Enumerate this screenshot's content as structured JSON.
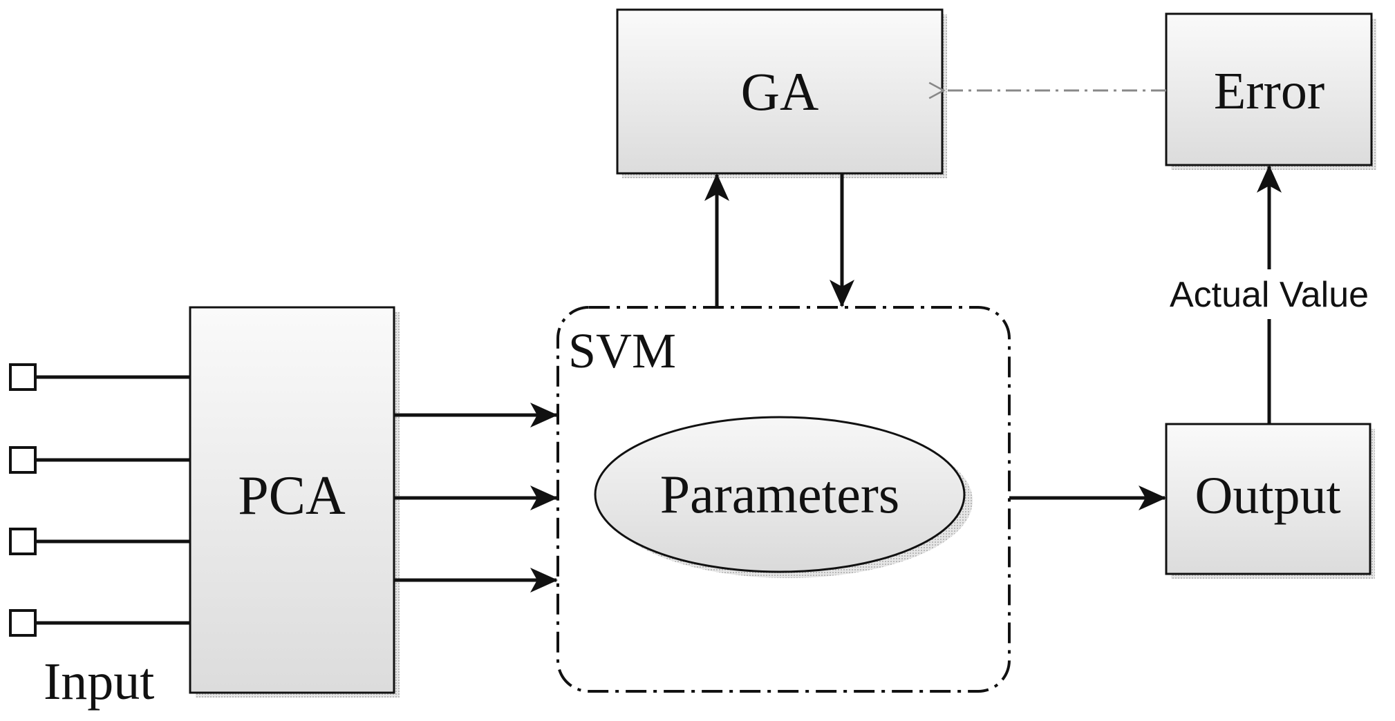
{
  "diagram": {
    "nodes": {
      "pca": {
        "label": "PCA"
      },
      "ga": {
        "label": "GA"
      },
      "error": {
        "label": "Error"
      },
      "output": {
        "label": "Output"
      },
      "svm": {
        "label": "SVM"
      },
      "parameters": {
        "label": "Parameters"
      }
    },
    "labels": {
      "input": "Input",
      "actual_value": "Actual Value"
    },
    "edges": [
      {
        "from": "input",
        "to": "pca",
        "count": 4,
        "style": "solid"
      },
      {
        "from": "pca",
        "to": "svm",
        "count": 3,
        "style": "solid-arrow"
      },
      {
        "from": "svm",
        "to": "ga",
        "style": "solid-arrow"
      },
      {
        "from": "ga",
        "to": "svm",
        "style": "solid-arrow"
      },
      {
        "from": "svm",
        "to": "output",
        "style": "solid-arrow"
      },
      {
        "from": "output",
        "to": "error",
        "label": "Actual Value",
        "style": "solid-arrow"
      },
      {
        "from": "error",
        "to": "ga",
        "style": "dash-dot-arrow"
      }
    ]
  }
}
